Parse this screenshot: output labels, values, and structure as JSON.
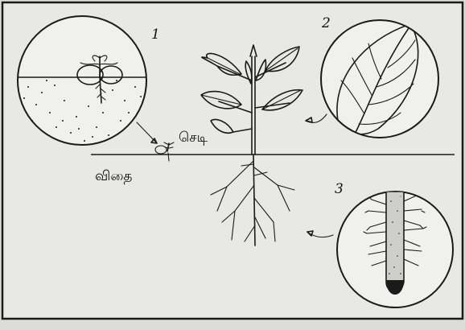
{
  "figure": {
    "labels": {
      "seed": "விதை",
      "plant": "செடி",
      "inset_1": "1",
      "inset_2": "2",
      "inset_3": "3"
    },
    "colors": {
      "background": "#dcdcd8",
      "panel": "#e8e8e4",
      "ink": "#1a1a1a"
    },
    "icons": {
      "inset_1": "germinating-seed-icon",
      "inset_2": "leaf-venation-icon",
      "inset_3": "root-hairs-icon"
    }
  }
}
